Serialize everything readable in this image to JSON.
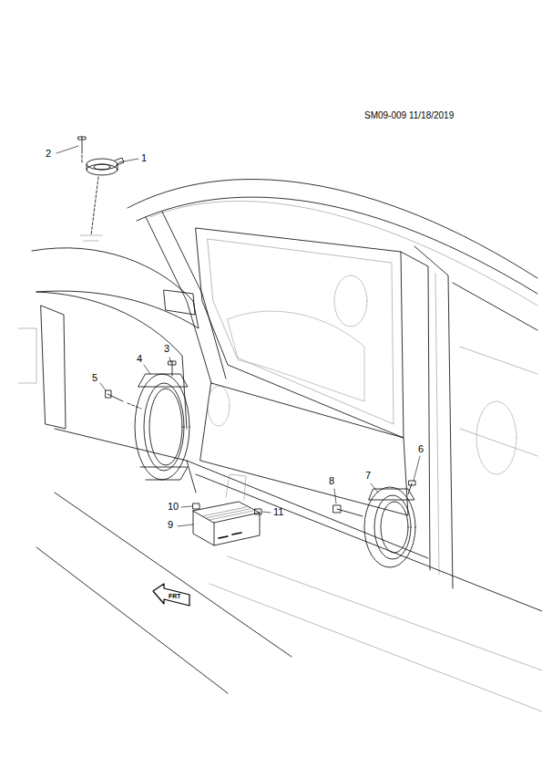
{
  "diagram": {
    "labels": [
      "SM09-009 11/18/2019",
      "2",
      "1",
      "3",
      "4",
      "5",
      "6",
      "7",
      "8",
      "10",
      "9",
      "11",
      "FRT"
    ]
  }
}
